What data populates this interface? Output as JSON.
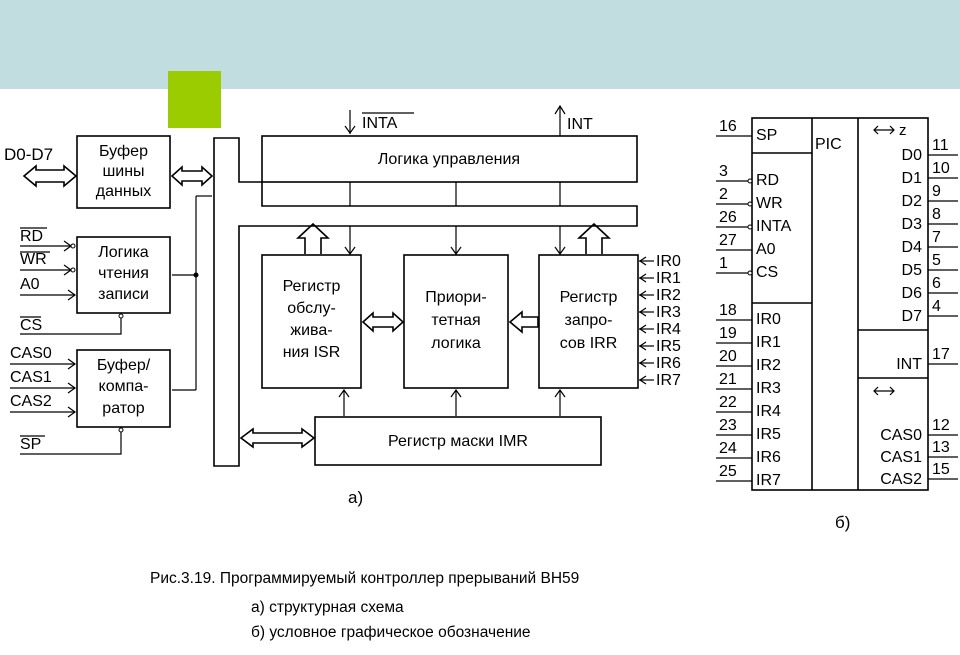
{
  "left": {
    "data_bus_label": "D0-D7",
    "buffer_data": [
      "Буфер",
      "шины",
      "данных"
    ],
    "rw_logic": [
      "Логика",
      "чтения",
      "записи"
    ],
    "buffer_comparator": [
      "Буфер/",
      "компа-",
      "ратор"
    ],
    "rw_inputs": [
      "RD",
      "WR",
      "A0",
      "CS"
    ],
    "cas_inputs": [
      "CAS0",
      "CAS1",
      "CAS2",
      "SP"
    ],
    "inta_label": "INTA",
    "int_label": "INT",
    "control_logic": "Логика управления",
    "isr": [
      "Регистр",
      "обслу-",
      "жива-",
      "ния ISR"
    ],
    "priority": [
      "Приори-",
      "тетная",
      "логика"
    ],
    "irr": [
      "Регистр",
      "запро-",
      "сов IRR"
    ],
    "imr": "Регистр маски IMR",
    "ir_inputs": [
      "IR0",
      "IR1",
      "IR2",
      "IR3",
      "IR4",
      "IR5",
      "IR6",
      "IR7"
    ],
    "label": "а)"
  },
  "right": {
    "chip_name": "PIC",
    "z_label": "z",
    "left_pins": [
      {
        "num": "16",
        "name": "SP"
      },
      {
        "num": "3",
        "name": "RD"
      },
      {
        "num": "2",
        "name": "WR"
      },
      {
        "num": "26",
        "name": "INTA"
      },
      {
        "num": "27",
        "name": "A0"
      },
      {
        "num": "1",
        "name": "CS"
      },
      {
        "num": "18",
        "name": "IR0"
      },
      {
        "num": "19",
        "name": "IR1"
      },
      {
        "num": "20",
        "name": "IR2"
      },
      {
        "num": "21",
        "name": "IR3"
      },
      {
        "num": "22",
        "name": "IR4"
      },
      {
        "num": "23",
        "name": "IR5"
      },
      {
        "num": "24",
        "name": "IR6"
      },
      {
        "num": "25",
        "name": "IR7"
      }
    ],
    "right_pins": [
      {
        "num": "11",
        "name": "D0"
      },
      {
        "num": "10",
        "name": "D1"
      },
      {
        "num": "9",
        "name": "D2"
      },
      {
        "num": "8",
        "name": "D3"
      },
      {
        "num": "7",
        "name": "D4"
      },
      {
        "num": "5",
        "name": "D5"
      },
      {
        "num": "6",
        "name": "D6"
      },
      {
        "num": "4",
        "name": "D7"
      },
      {
        "num": "17",
        "name": "INT"
      },
      {
        "num": "12",
        "name": "CAS0"
      },
      {
        "num": "13",
        "name": "CAS1"
      },
      {
        "num": "15",
        "name": "CAS2"
      }
    ],
    "label": "б)"
  },
  "caption": {
    "line1": "Рис.3.19. Программируемый контроллер прерываний ВН59",
    "line2": "а) структурная схема",
    "line3": "б) условное графическое обозначение"
  }
}
